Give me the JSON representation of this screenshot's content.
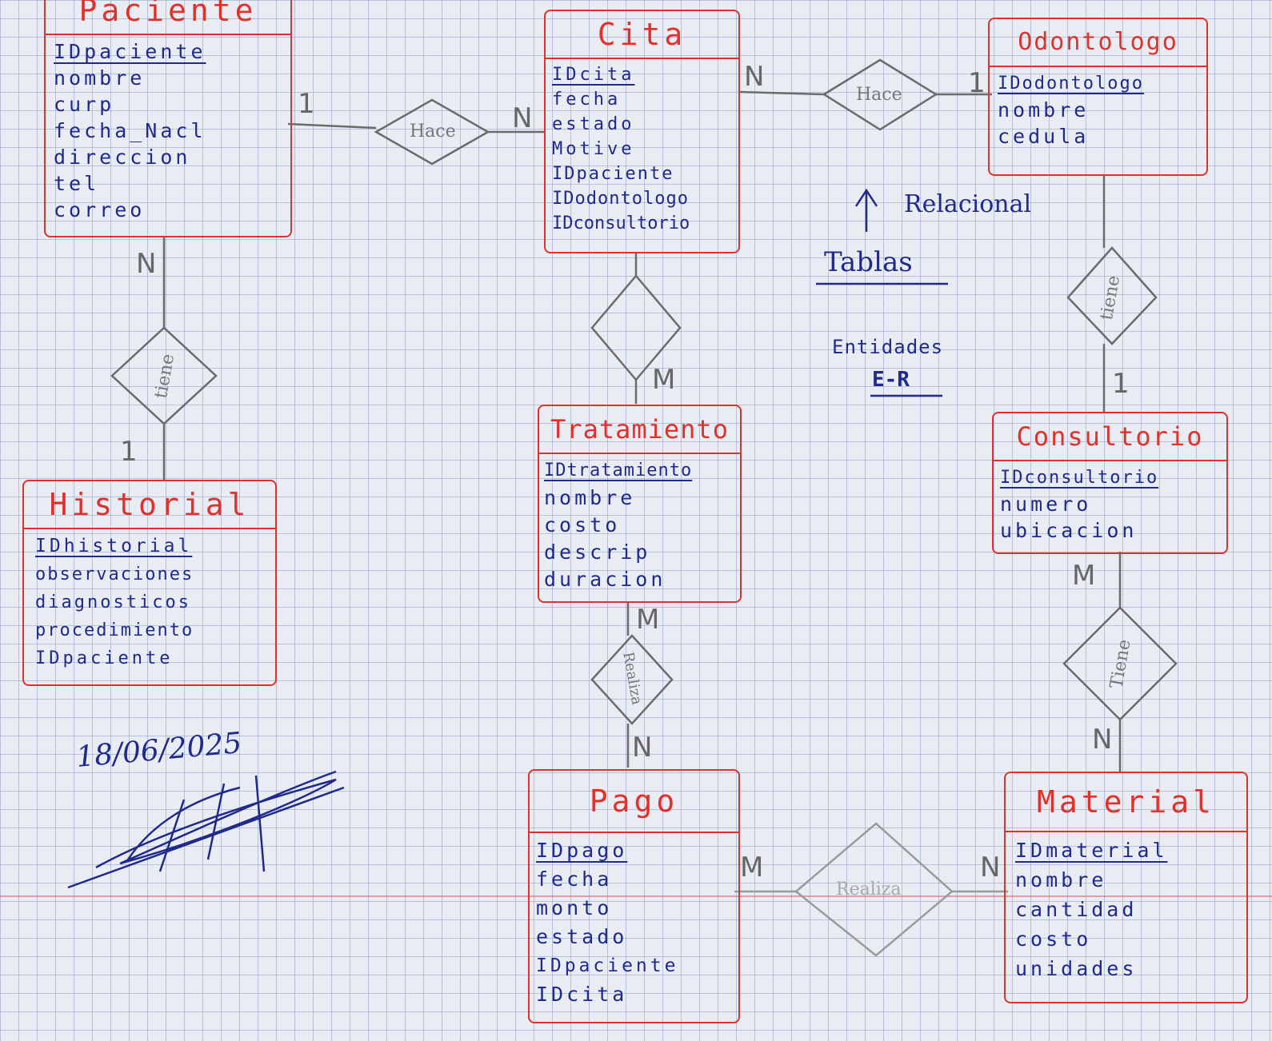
{
  "entities": {
    "paciente": {
      "title": "Paciente",
      "attrs": [
        "IDpaciente",
        "nombre",
        "curp",
        "fecha_Nacl",
        "direccion",
        "tel",
        "correo"
      ]
    },
    "cita": {
      "title": "Cita",
      "attrs": [
        "IDcita",
        "fecha",
        "estado",
        "Motive",
        "IDpaciente",
        "IDodontologo",
        "IDconsultorio"
      ]
    },
    "odontologo": {
      "title": "Odontologo",
      "attrs": [
        "IDodontologo",
        "nombre",
        "cedula"
      ]
    },
    "historial": {
      "title": "Historial",
      "attrs": [
        "IDhistorial",
        "observaciones",
        "diagnosticos",
        "procedimiento",
        "IDpaciente"
      ]
    },
    "tratamiento": {
      "title": "Tratamiento",
      "attrs": [
        "IDtratamiento",
        "nombre",
        "costo",
        "descrip",
        "duracion"
      ]
    },
    "consultorio": {
      "title": "Consultorio",
      "attrs": [
        "IDconsultorio",
        "numero",
        "ubicacion"
      ]
    },
    "pago": {
      "title": "Pago",
      "attrs": [
        "IDpago",
        "fecha",
        "monto",
        "estado",
        "IDpaciente",
        "IDcita"
      ]
    },
    "material": {
      "title": "Material",
      "attrs": [
        "IDmaterial",
        "nombre",
        "cantidad",
        "costo",
        "unidades"
      ]
    }
  },
  "relationships": {
    "hace_1": "Hace",
    "hace_2": "Hace",
    "tiene_1": "tiene",
    "tiene_2": "tiene",
    "tiene_3": "Tiene",
    "realiza_1": "Realiza",
    "realiza_2": "Realiza"
  },
  "cardinalities": {
    "c1": "1",
    "c2": "N",
    "c3": "N",
    "c4": "1",
    "c5": "N",
    "c6": "M",
    "c7": "1",
    "c8": "1",
    "c9": "M",
    "c10": "N",
    "c11": "M",
    "c12": "N",
    "c13": "M",
    "c14": "N"
  },
  "notes": {
    "relacional": "Relacional",
    "tablas": "Tablas",
    "entidades": "Entidades",
    "er": "E-R",
    "date": "18/06/2025"
  },
  "colors": {
    "entity_border": "#e0312c",
    "title_text": "#e0312c",
    "attr_text": "#1f2a8a",
    "relationship_stroke": "#6b6b6b"
  }
}
